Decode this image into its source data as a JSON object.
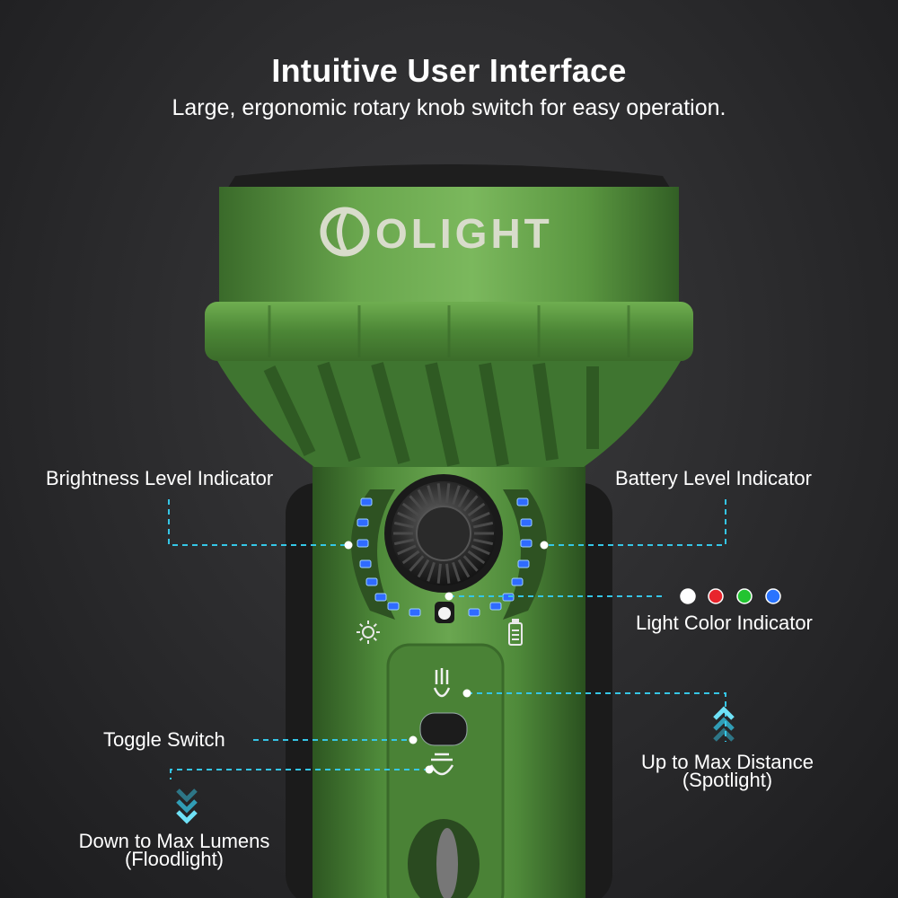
{
  "header": {
    "title": "Intuitive User Interface",
    "subtitle": "Large, ergonomic rotary knob switch for easy operation."
  },
  "product": {
    "brand_logo_text": "OLIGHT",
    "body_color": "#4f8a3a",
    "accent_color": "#35c6e6",
    "indicator_led_color": "#2f6bff"
  },
  "callouts": {
    "brightness_indicator": "Brightness Level Indicator",
    "battery_indicator": "Battery Level Indicator",
    "light_color_indicator": "Light Color Indicator",
    "toggle_switch": "Toggle Switch",
    "spotlight_line1": "Up to Max Distance",
    "spotlight_line2": "(Spotlight)",
    "floodlight_line1": "Down to Max Lumens",
    "floodlight_line2": "(Floodlight)"
  },
  "light_colors": [
    "#ffffff",
    "#e8242c",
    "#22c431",
    "#2a74ff"
  ],
  "icons": [
    "sun-icon",
    "battery-icon",
    "spotlight-beam-icon",
    "floodlight-beam-icon",
    "rotary-knob-icon",
    "chevron-up-icon",
    "chevron-down-icon"
  ]
}
